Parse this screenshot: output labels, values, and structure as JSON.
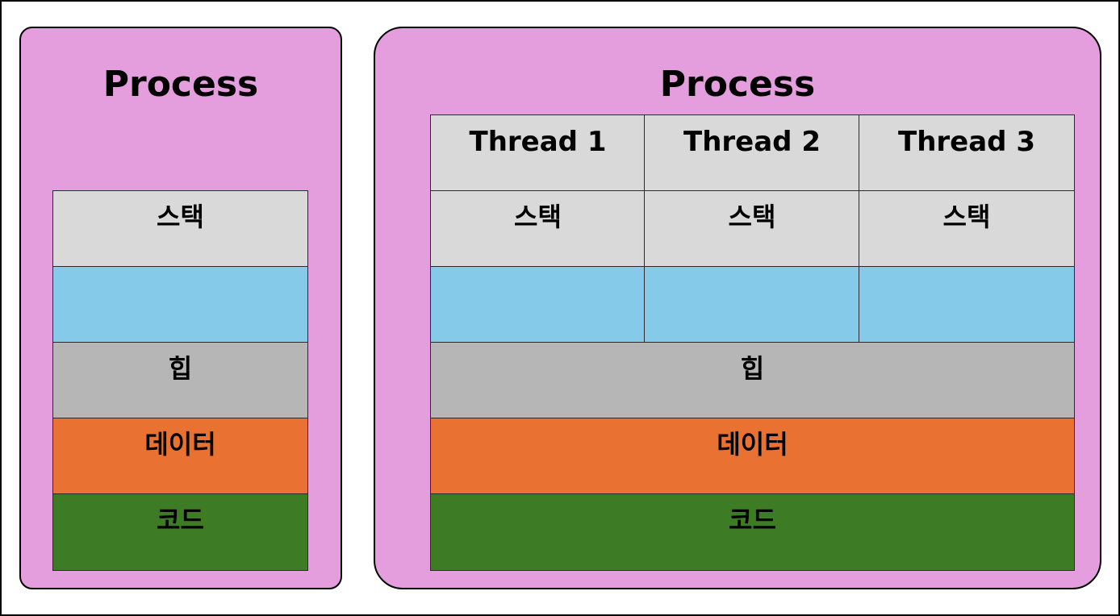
{
  "colors": {
    "process": "#e49ede",
    "stack": "#d9d9d9",
    "register": "#85cbe9",
    "heap": "#b6b6b6",
    "data": "#e97233",
    "code": "#3d7c24"
  },
  "left_process": {
    "title": "Process",
    "stack": "스택",
    "heap": "힙",
    "data": "데이터",
    "code": "코드"
  },
  "right_process": {
    "title": "Process",
    "threads": [
      {
        "name": "Thread 1",
        "stack": "스택"
      },
      {
        "name": "Thread 2",
        "stack": "스택"
      },
      {
        "name": "Thread 3",
        "stack": "스택"
      }
    ],
    "heap": "힙",
    "data": "데이터",
    "code": "코드"
  }
}
